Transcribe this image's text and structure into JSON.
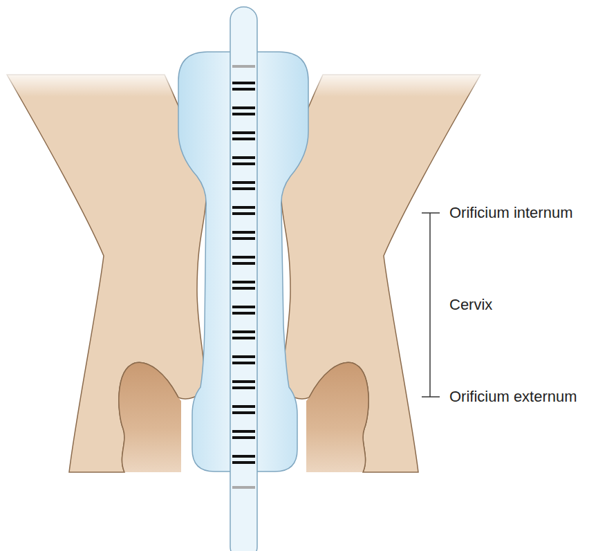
{
  "diagram": {
    "labels": [
      "Orificium internum",
      "Cervix",
      "Orificium externum"
    ]
  }
}
